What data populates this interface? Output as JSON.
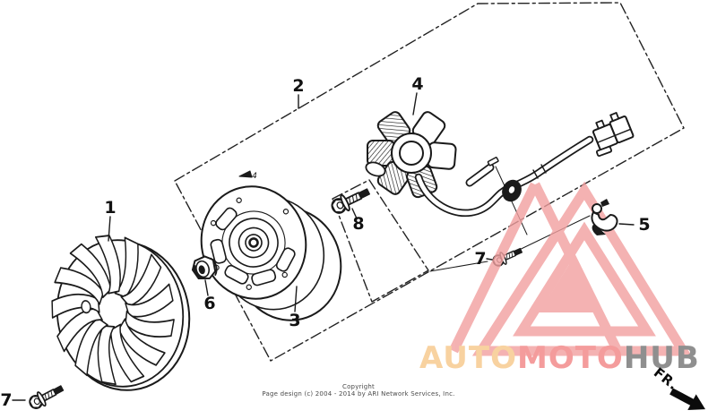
{
  "diagram": {
    "description_text": "",
    "callouts": [
      {
        "ref": "1"
      },
      {
        "ref": "2"
      },
      {
        "ref": "3"
      },
      {
        "ref": "4"
      },
      {
        "ref": "5"
      },
      {
        "ref": "6"
      },
      {
        "ref": "7"
      },
      {
        "ref": "7"
      },
      {
        "ref": "8"
      }
    ],
    "part_stamp": "4"
  },
  "watermark": {
    "brand": [
      {
        "text": "AUTO",
        "color": "#f8d2a0"
      },
      {
        "text": "MOTO",
        "color": "#f49c9c"
      },
      {
        "text": "HUB",
        "color": "#8f8f8f"
      }
    ],
    "logo_color": "#f2a0a0"
  },
  "direction_indicator": {
    "label": "FR."
  },
  "footer": {
    "line1": "Copyright",
    "line2": "Page design (c) 2004 - 2014 by ARI Network Services, Inc."
  },
  "colors": {
    "line": "#1a1a1a",
    "background": "#ffffff"
  }
}
